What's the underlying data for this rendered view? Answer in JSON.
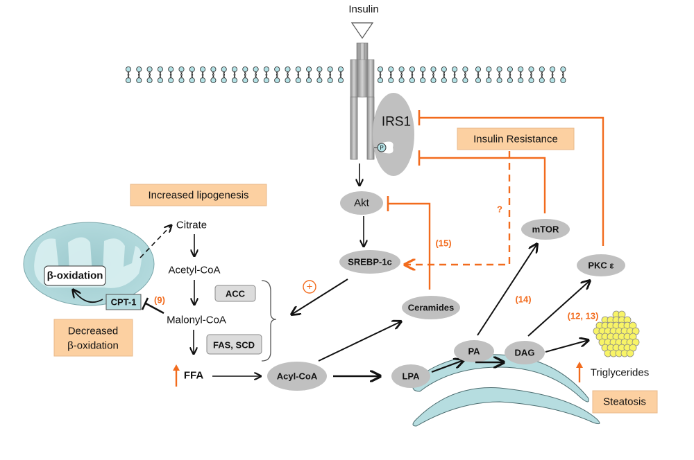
{
  "colors": {
    "orange": "#f26b1d",
    "highlight_box": "#fcd0a1",
    "node_gray": "#c0c0c0",
    "membrane_head": "#b4e2e6",
    "er_fill": "#b6dde0",
    "mito_fill": "#b3dade",
    "lipid_droplet": "#f8f466"
  },
  "ligand": {
    "label": "Insulin"
  },
  "nodes": {
    "irs1": "IRS1",
    "phospho": "P",
    "akt": "Akt",
    "srebp": "SREBP-1c",
    "mtor": "mTOR",
    "pkce": "PKC ε",
    "ceramides": "Ceramides",
    "acyl_coa": "Acyl-CoA",
    "lpa": "LPA",
    "pa": "PA",
    "dag": "DAG"
  },
  "metabolites": {
    "citrate": "Citrate",
    "acetyl_coa": "Acetyl-CoA",
    "malonyl_coa": "Malonyl-CoA",
    "ffa": "FFA",
    "triglycerides": "Triglycerides"
  },
  "enzymes": {
    "acc": "ACC",
    "fas_scd": "FAS, SCD",
    "cpt1": "CPT-1",
    "beta_oxidation": "β-oxidation"
  },
  "highlight_boxes": {
    "insulin_resistance": "Insulin Resistance",
    "increased_lipogenesis": "Increased lipogenesis",
    "decreased_beta_ox_line1": "Decreased",
    "decreased_beta_ox_line2": "β-oxidation",
    "steatosis": "Steatosis"
  },
  "references": {
    "ref_9": "(9)",
    "ref_15": "(15)",
    "ref_14": "(14)",
    "ref_12_13": "(12, 13)",
    "question": "?",
    "plus": "+"
  }
}
